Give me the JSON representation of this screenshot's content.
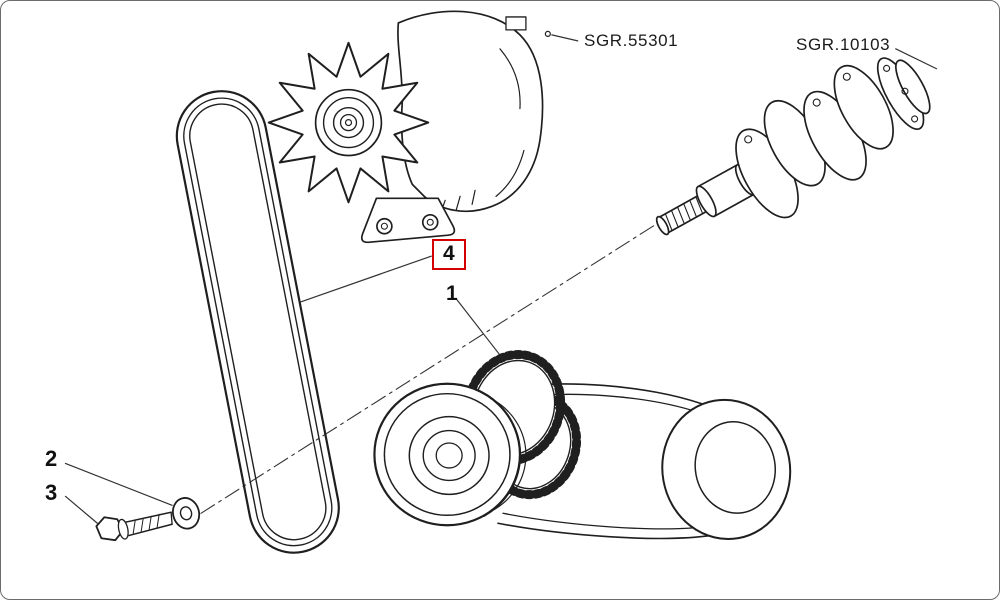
{
  "colors": {
    "highlight_red": "#d40000",
    "line": "#1f1f1f",
    "background": "#ffffff"
  },
  "reference_labels": {
    "alternator": "SGR.55301",
    "crankshaft": "SGR.10103"
  },
  "callouts": {
    "belt": "4",
    "crankshaft_pulley": "1",
    "washer": "2",
    "bolt": "3"
  }
}
